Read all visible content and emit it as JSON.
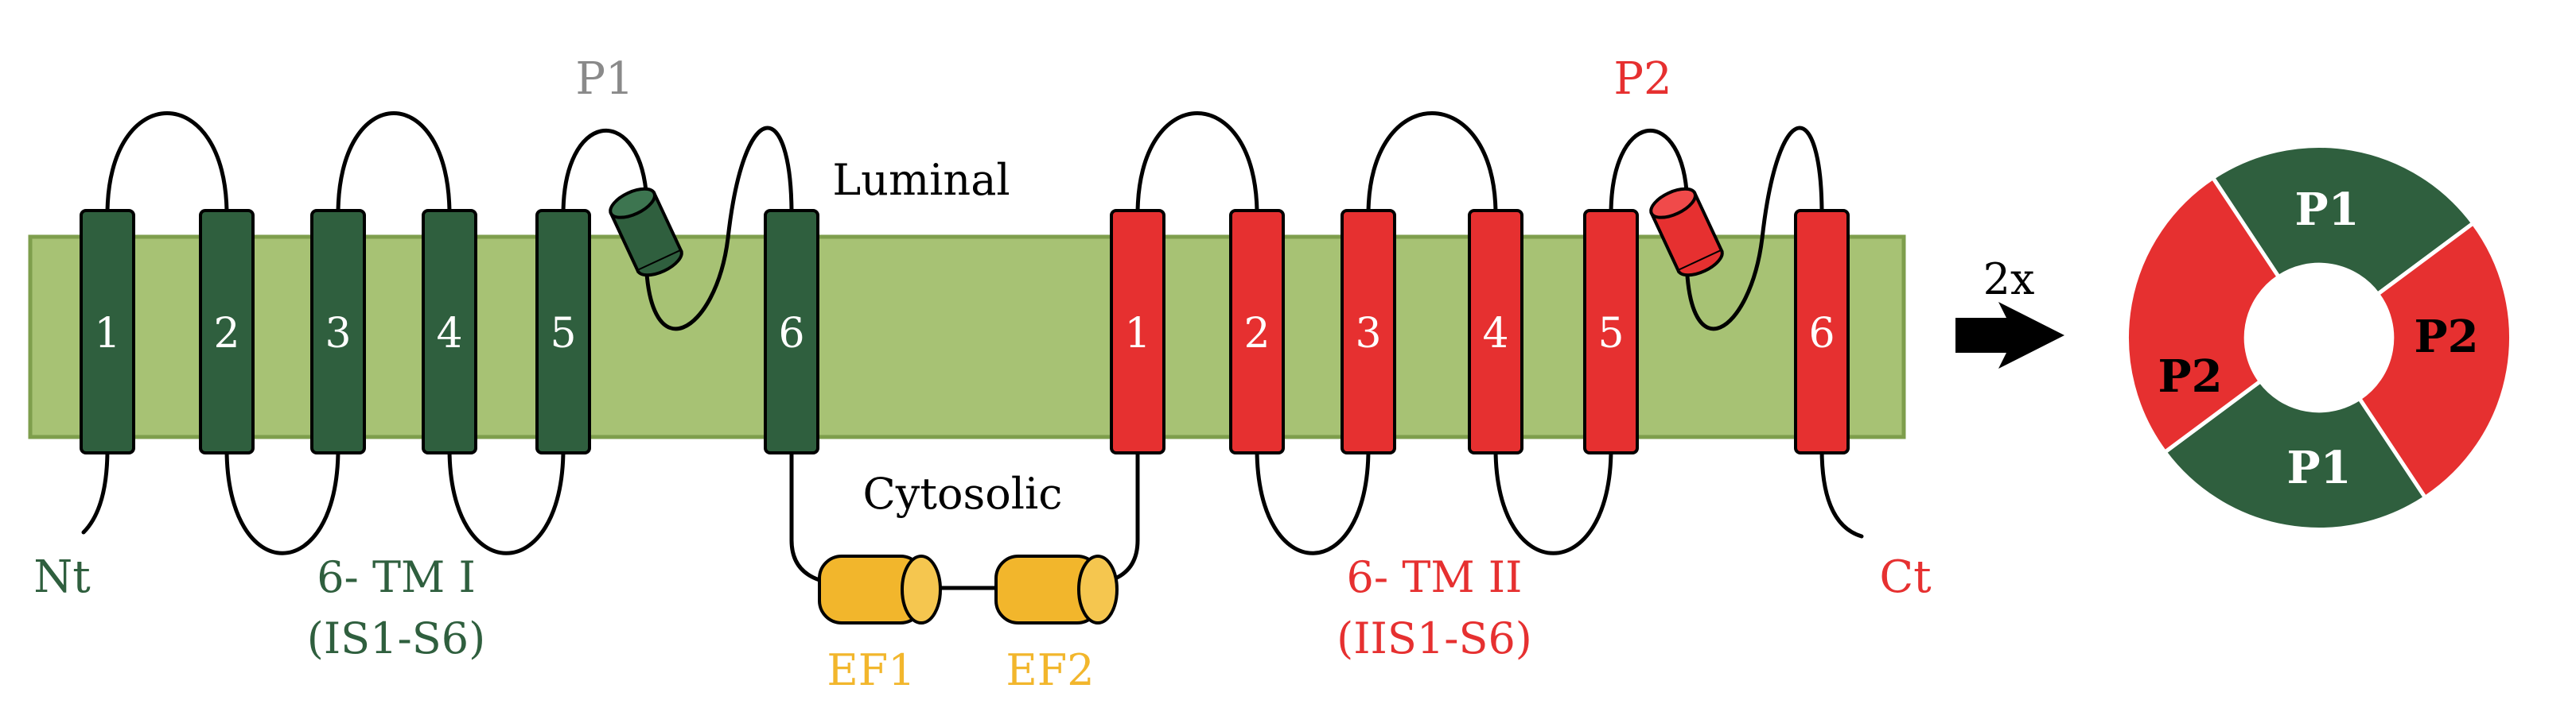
{
  "colors": {
    "membrane": "#a7c274",
    "membrane_border": "#7e9e4c",
    "domain1": "#2f5f3e",
    "domain2": "#e63030",
    "ef_hand": "#f2b62c",
    "label_gray": "#8a8a8a",
    "black": "#000000",
    "white": "#ffffff"
  },
  "labels": {
    "luminal": "Luminal",
    "cytosolic": "Cytosolic",
    "p1": "P1",
    "p2": "P2",
    "nt": "Nt",
    "ct": "Ct",
    "tm1_title": "6- TM I",
    "tm1_sub": "(IS1-S6)",
    "tm2_title": "6- TM II",
    "tm2_sub": "(IIS1-S6)",
    "ef1": "EF1",
    "ef2": "EF2",
    "multiplier": "2x"
  },
  "domain1_segments": [
    "1",
    "2",
    "3",
    "4",
    "5",
    "6"
  ],
  "domain2_segments": [
    "1",
    "2",
    "3",
    "4",
    "5",
    "6"
  ],
  "ring": {
    "labels": [
      "P1",
      "P2",
      "P1",
      "P2"
    ]
  }
}
